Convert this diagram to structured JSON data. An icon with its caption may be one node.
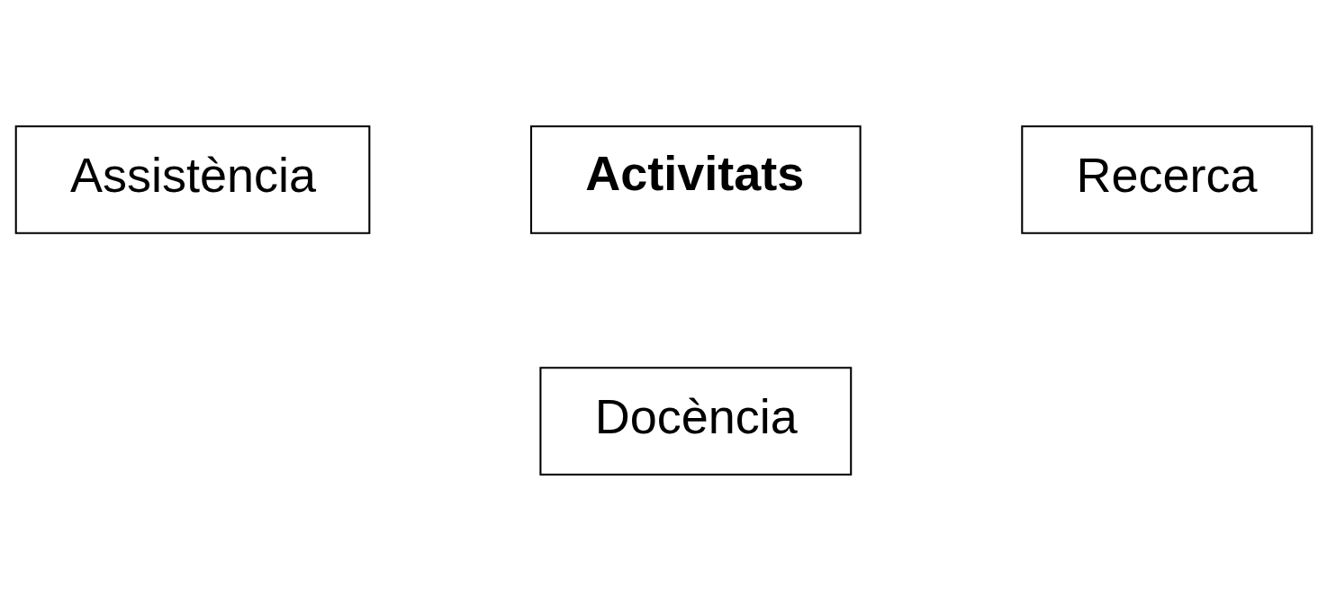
{
  "diagram": {
    "nodes": [
      {
        "text": [
          "Assistència"
        ]
      },
      {
        "text": [
          "Activitats"
        ]
      },
      {
        "text": [
          "Recerca"
        ]
      },
      {
        "text": [
          "Docència"
        ]
      }
    ]
  }
}
